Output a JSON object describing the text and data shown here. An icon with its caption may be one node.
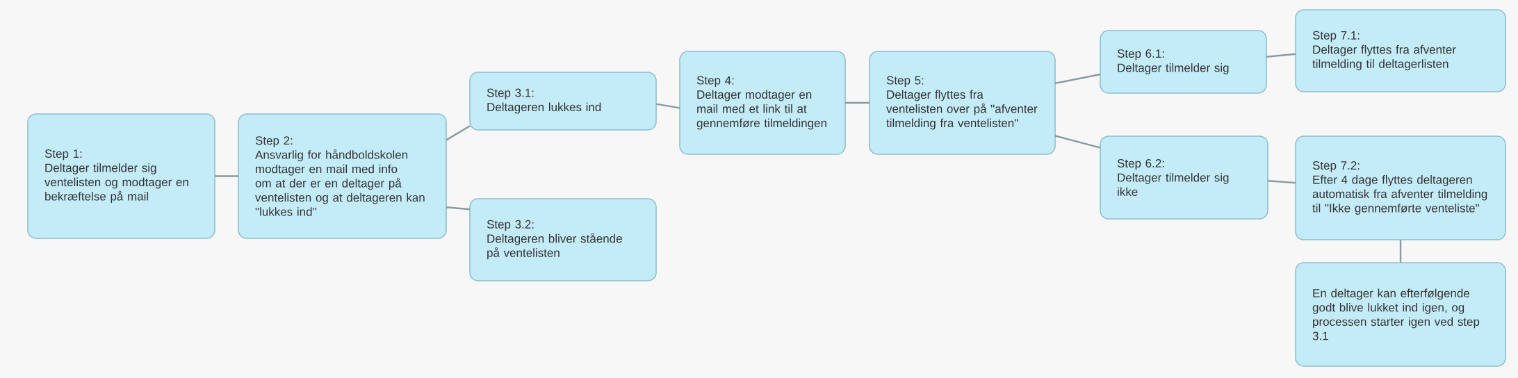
{
  "diagram": {
    "nodes": [
      {
        "text": [
          "Step 1:",
          "Deltager tilmelder sig ventelisten og modtager en bekræftelse på mail"
        ]
      },
      {
        "text": [
          "Step 2:",
          "Ansvarlig for håndboldskolen modtager en mail med info om at der er en deltager på ventelisten og at deltageren kan \"lukkes ind\""
        ]
      },
      {
        "text": [
          "Step 3.1:",
          "Deltageren lukkes ind"
        ]
      },
      {
        "text": [
          "Step 3.2:",
          "Deltageren bliver stående på ventelisten"
        ]
      },
      {
        "text": [
          "Step 4:",
          "Deltager modtager en mail med et link til at gennemføre tilmeldingen"
        ]
      },
      {
        "text": [
          "Step 5:",
          "Deltager flyttes fra ventelisten over på \"afventer tilmelding fra ventelisten\""
        ]
      },
      {
        "text": [
          "Step 6.1:",
          "Deltager tilmelder sig"
        ]
      },
      {
        "text": [
          "Step 7.1:",
          "Deltager flyttes fra afventer tilmelding til deltagerlisten"
        ]
      },
      {
        "text": [
          "Step 6.2:",
          "Deltager tilmelder sig ikke"
        ]
      },
      {
        "text": [
          "Step 7.2:",
          "Efter 4 dage flyttes deltageren automatisk fra afventer tilmelding til \"Ikke gennemførte venteliste\""
        ]
      },
      {
        "text": [
          "En deltager kan efterfølgende godt blive lukket ind igen, og processen starter igen ved step 3.1"
        ]
      }
    ],
    "edges": [
      {
        "from": 0,
        "to": 1,
        "arrow": "none"
      },
      {
        "from": 1,
        "to": 2,
        "arrow": "none"
      },
      {
        "from": 1,
        "to": 3,
        "arrow": "none"
      },
      {
        "from": 2,
        "to": 4,
        "arrow": "none"
      },
      {
        "from": 4,
        "to": 5,
        "arrow": "none"
      },
      {
        "from": 5,
        "to": 6,
        "arrow": "none"
      },
      {
        "from": 5,
        "to": 8,
        "arrow": "none"
      },
      {
        "from": 6,
        "to": 7,
        "arrow": "none"
      },
      {
        "from": 8,
        "to": 9,
        "arrow": "none"
      },
      {
        "from": 9,
        "to": 10,
        "arrow": "none"
      }
    ]
  }
}
